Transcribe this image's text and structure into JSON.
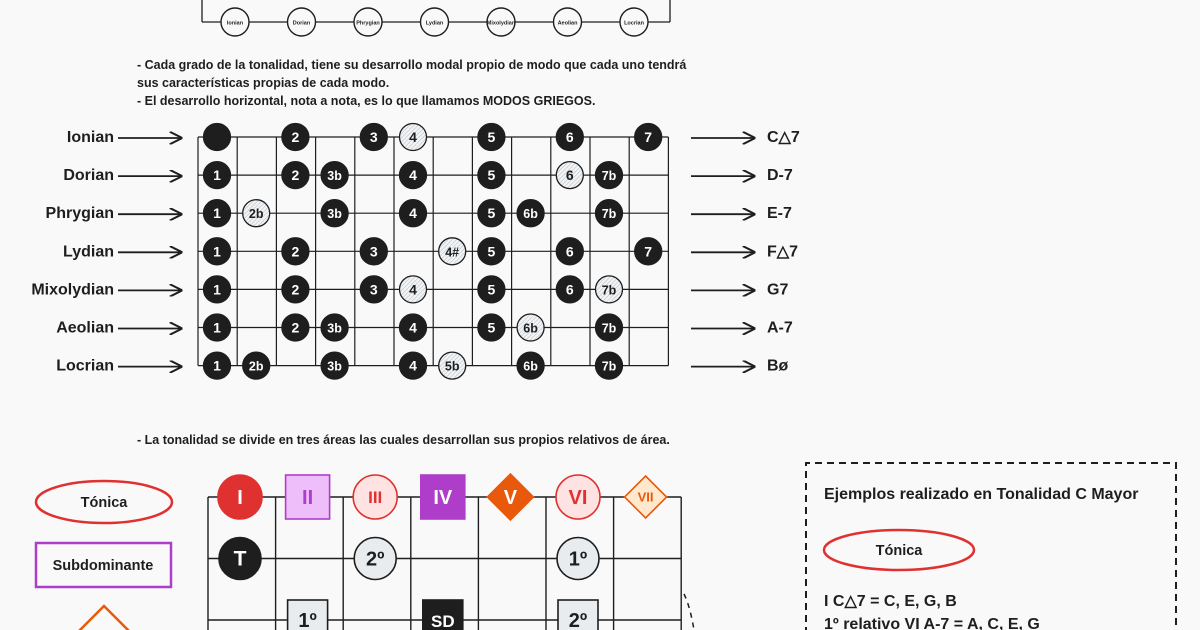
{
  "colors": {
    "ink": "#1e1e1e",
    "tonic": "#e03131",
    "tonic_fill": "#ffe3e3",
    "subdominant": "#ae3ec9",
    "subdominant_fill": "#eebefa",
    "dominant": "#e8590c",
    "dominant_fill": "#ffe8cc",
    "light_fill": "#e9ecef"
  },
  "top_strip": {
    "labels": [
      "Ionian",
      "Dorian",
      "Phrygian",
      "Lydian",
      "Mixolydian",
      "Aeolian",
      "Locrian"
    ]
  },
  "intro_text": {
    "line1": "- Cada grado de la tonalidad, tiene su desarrollo modal propio de modo que cada uno tendrá",
    "line2": "sus características propias de cada modo.",
    "line3": "- El desarrollo horizontal, nota a nota, es lo que llamamos MODOS GRIEGOS."
  },
  "modes": [
    {
      "name": "Ionian",
      "chord": "C△7",
      "notes": [
        {
          "fret": 0,
          "label": "",
          "style": "solid"
        },
        {
          "fret": 2,
          "label": "2",
          "style": "solid"
        },
        {
          "fret": 4,
          "label": "3",
          "style": "solid"
        },
        {
          "fret": 5,
          "label": "4",
          "style": "hatch"
        },
        {
          "fret": 7,
          "label": "5",
          "style": "solid"
        },
        {
          "fret": 9,
          "label": "6",
          "style": "solid"
        },
        {
          "fret": 11,
          "label": "7",
          "style": "solid"
        }
      ]
    },
    {
      "name": "Dorian",
      "chord": "D-7",
      "notes": [
        {
          "fret": 0,
          "label": "1",
          "style": "solid"
        },
        {
          "fret": 2,
          "label": "2",
          "style": "solid"
        },
        {
          "fret": 3,
          "label": "3b",
          "style": "solid"
        },
        {
          "fret": 5,
          "label": "4",
          "style": "solid"
        },
        {
          "fret": 7,
          "label": "5",
          "style": "solid"
        },
        {
          "fret": 9,
          "label": "6",
          "style": "hatch"
        },
        {
          "fret": 10,
          "label": "7b",
          "style": "solid"
        }
      ]
    },
    {
      "name": "Phrygian",
      "chord": "E-7",
      "notes": [
        {
          "fret": 0,
          "label": "1",
          "style": "solid"
        },
        {
          "fret": 1,
          "label": "2b",
          "style": "hatch"
        },
        {
          "fret": 3,
          "label": "3b",
          "style": "solid"
        },
        {
          "fret": 5,
          "label": "4",
          "style": "solid"
        },
        {
          "fret": 7,
          "label": "5",
          "style": "solid"
        },
        {
          "fret": 8,
          "label": "6b",
          "style": "solid"
        },
        {
          "fret": 10,
          "label": "7b",
          "style": "solid"
        }
      ]
    },
    {
      "name": "Lydian",
      "chord": "F△7",
      "notes": [
        {
          "fret": 0,
          "label": "1",
          "style": "solid"
        },
        {
          "fret": 2,
          "label": "2",
          "style": "solid"
        },
        {
          "fret": 4,
          "label": "3",
          "style": "solid"
        },
        {
          "fret": 6,
          "label": "4#",
          "style": "hatch"
        },
        {
          "fret": 7,
          "label": "5",
          "style": "solid"
        },
        {
          "fret": 9,
          "label": "6",
          "style": "solid"
        },
        {
          "fret": 11,
          "label": "7",
          "style": "solid"
        }
      ]
    },
    {
      "name": "Mixolydian",
      "chord": "G7",
      "notes": [
        {
          "fret": 0,
          "label": "1",
          "style": "solid"
        },
        {
          "fret": 2,
          "label": "2",
          "style": "solid"
        },
        {
          "fret": 4,
          "label": "3",
          "style": "solid"
        },
        {
          "fret": 5,
          "label": "4",
          "style": "hatch"
        },
        {
          "fret": 7,
          "label": "5",
          "style": "solid"
        },
        {
          "fret": 9,
          "label": "6",
          "style": "solid"
        },
        {
          "fret": 10,
          "label": "7b",
          "style": "hatch"
        }
      ]
    },
    {
      "name": "Aeolian",
      "chord": "A-7",
      "notes": [
        {
          "fret": 0,
          "label": "1",
          "style": "solid"
        },
        {
          "fret": 2,
          "label": "2",
          "style": "solid"
        },
        {
          "fret": 3,
          "label": "3b",
          "style": "solid"
        },
        {
          "fret": 5,
          "label": "4",
          "style": "solid"
        },
        {
          "fret": 7,
          "label": "5",
          "style": "solid"
        },
        {
          "fret": 8,
          "label": "6b",
          "style": "hatch"
        },
        {
          "fret": 10,
          "label": "7b",
          "style": "solid"
        }
      ]
    },
    {
      "name": "Locrian",
      "chord": "Bø",
      "notes": [
        {
          "fret": 0,
          "label": "1",
          "style": "solid"
        },
        {
          "fret": 1,
          "label": "2b",
          "style": "solid"
        },
        {
          "fret": 3,
          "label": "3b",
          "style": "solid"
        },
        {
          "fret": 5,
          "label": "4",
          "style": "solid"
        },
        {
          "fret": 6,
          "label": "5b",
          "style": "hatch"
        },
        {
          "fret": 8,
          "label": "6b",
          "style": "solid"
        },
        {
          "fret": 10,
          "label": "7b",
          "style": "solid"
        }
      ]
    }
  ],
  "areas_text": "- La tonalidad se divide en tres áreas las cuales desarrollan sus propios relativos de área.",
  "legend": {
    "tonic": "Tónica",
    "subdominant": "Subdominante"
  },
  "area_degrees": [
    {
      "label": "I",
      "area": "tonic",
      "shape": "circle",
      "strong": true
    },
    {
      "label": "II",
      "area": "subdominant",
      "shape": "square",
      "strong": false
    },
    {
      "label": "III",
      "area": "tonic",
      "shape": "circle",
      "strong": false
    },
    {
      "label": "IV",
      "area": "subdominant",
      "shape": "square",
      "strong": true
    },
    {
      "label": "V",
      "area": "dominant",
      "shape": "diamond",
      "strong": true
    },
    {
      "label": "VI",
      "area": "tonic",
      "shape": "circle",
      "strong": false
    },
    {
      "label": "VII",
      "area": "dominant",
      "shape": "diamond",
      "strong": false
    }
  ],
  "area_grid_marks": [
    {
      "col": 0,
      "row": 1,
      "label": "T",
      "shape": "circle",
      "style": "dark"
    },
    {
      "col": 2,
      "row": 1,
      "label": "2º",
      "shape": "circle",
      "style": "light"
    },
    {
      "col": 5,
      "row": 1,
      "label": "1º",
      "shape": "circle",
      "style": "light"
    },
    {
      "col": 1,
      "row": 2,
      "label": "1º",
      "shape": "square",
      "style": "light"
    },
    {
      "col": 3,
      "row": 2,
      "label": "SD",
      "shape": "square",
      "style": "dark"
    },
    {
      "col": 5,
      "row": 2,
      "label": "2º",
      "shape": "square",
      "style": "light"
    }
  ],
  "example_box": {
    "title": "Ejemplos realizado en Tonalidad C Mayor",
    "tonic_label": "Tónica",
    "line1": "I C△7 = C, E, G, B",
    "line2": "1º relativo VI A-7 = A, C, E, G"
  }
}
